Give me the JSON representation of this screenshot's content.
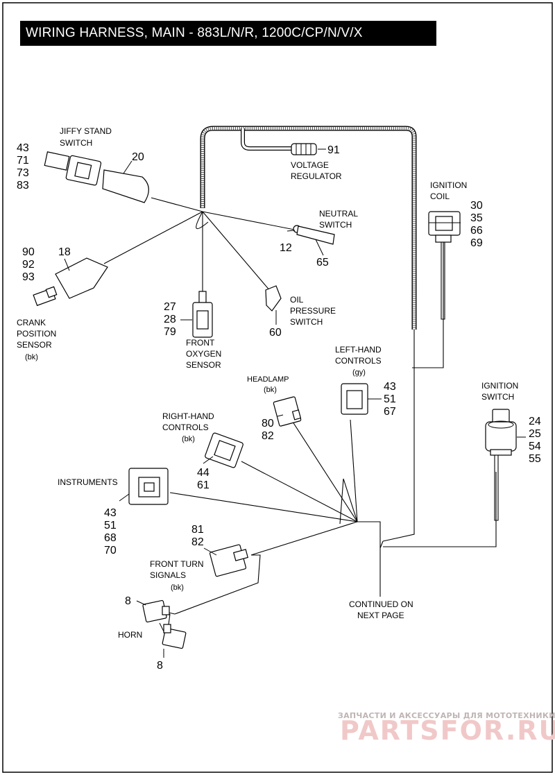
{
  "title": "WIRING HARNESS, MAIN - 883L/N/R, 1200C/CP/N/V/X",
  "components": {
    "jiffy_stand": {
      "label": [
        "JIFFY STAND",
        "SWITCH"
      ],
      "refs": [
        "43",
        "71",
        "73",
        "83"
      ],
      "part": "20"
    },
    "voltage_regulator": {
      "label": [
        "VOLTAGE",
        "REGULATOR"
      ],
      "part": "91"
    },
    "neutral_switch": {
      "label": [
        "NEUTRAL",
        "SWITCH"
      ],
      "parts": [
        "12",
        "65"
      ]
    },
    "crank_sensor": {
      "label": [
        "CRANK",
        "POSITION",
        "SENSOR"
      ],
      "color": "(bk)",
      "refs": [
        "90",
        "92",
        "93"
      ],
      "part": "18"
    },
    "oxygen_sensor": {
      "label": [
        "FRONT",
        "OXYGEN",
        "SENSOR"
      ],
      "refs": [
        "27",
        "28",
        "79"
      ]
    },
    "oil_pressure": {
      "label": [
        "OIL",
        "PRESSURE",
        "SWITCH"
      ],
      "part": "60"
    },
    "ignition_coil": {
      "label": [
        "IGNITION",
        "COIL"
      ],
      "refs": [
        "30",
        "35",
        "66",
        "69"
      ]
    },
    "left_controls": {
      "label": [
        "LEFT-HAND",
        "CONTROLS"
      ],
      "color": "(gy)",
      "refs": [
        "43",
        "51",
        "67"
      ]
    },
    "headlamp": {
      "label": [
        "HEADLAMP"
      ],
      "color": "(bk)",
      "refs": [
        "80",
        "82"
      ]
    },
    "right_controls": {
      "label": [
        "RIGHT-HAND",
        "CONTROLS"
      ],
      "color": "(bk)",
      "refs": [
        "44",
        "61"
      ]
    },
    "ignition_switch": {
      "label": [
        "IGNITION",
        "SWITCH"
      ],
      "refs": [
        "24",
        "25",
        "54",
        "55"
      ]
    },
    "instruments": {
      "label": [
        "INSTRUMENTS"
      ],
      "refs": [
        "43",
        "51",
        "68",
        "70"
      ]
    },
    "turn_signals": {
      "label": [
        "FRONT TURN",
        "SIGNALS"
      ],
      "color": "(bk)",
      "refs": [
        "81",
        "82"
      ]
    },
    "horn": {
      "label": [
        "HORN"
      ],
      "refs": [
        "8",
        "8"
      ]
    }
  },
  "continued": [
    "CONTINUED ON",
    "NEXT PAGE"
  ],
  "watermark": {
    "top": "ЗАПЧАСТИ И АКСЕССУАРЫ ДЛЯ МОТОТЕХНИКИ",
    "brand": "PARTSFOR.RU"
  }
}
